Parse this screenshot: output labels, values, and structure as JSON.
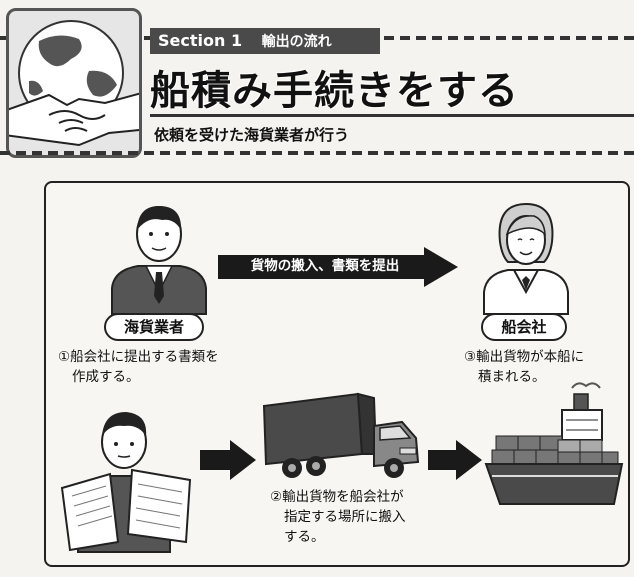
{
  "header": {
    "section_label": "Section 1",
    "section_topic": "輸出の流れ",
    "title": "船積み手続きをする",
    "subtitle": "依頼を受けた海貨業者が行う"
  },
  "diagram": {
    "top_arrow_label": "貨物の搬入、書類を提出",
    "actors": {
      "forwarder": "海貨業者",
      "shipping_company": "船会社"
    },
    "steps": {
      "step1_line1": "①船会社に提出する書類を",
      "step1_line2": "作成する。",
      "step2_line1": "②輸出貨物を船会社が",
      "step2_line2": "指定する場所に搬入",
      "step2_line3": "する。",
      "step3_line1": "③輸出貨物が本船に",
      "step3_line2": "積まれる。"
    }
  },
  "colors": {
    "ink": "#111111",
    "section_bar": "#4a4a4a",
    "arrow": "#1a1a1a",
    "paper": "#f4f3ef"
  },
  "icons": [
    "globe-handshake-icon",
    "businessman-icon",
    "businesswoman-icon",
    "worker-with-documents-icon",
    "truck-icon",
    "container-ship-icon",
    "right-arrow-icon"
  ]
}
